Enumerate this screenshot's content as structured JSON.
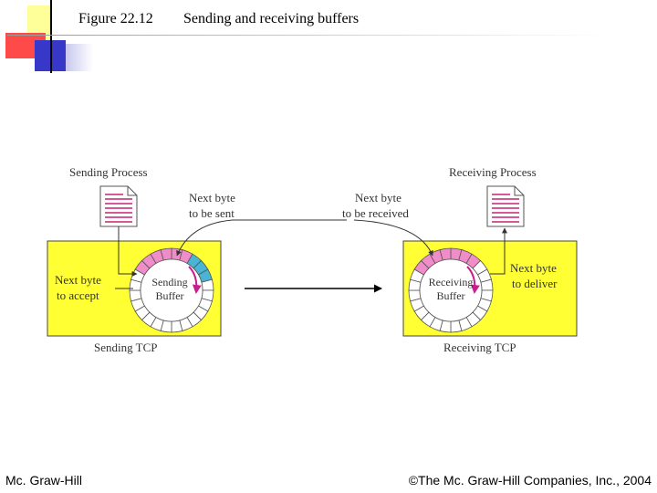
{
  "slide": {
    "figure_label": "Figure 22.12",
    "title": "Sending and receiving buffers",
    "footer_left": "Mc. Graw-Hill",
    "footer_right": "©The Mc. Graw-Hill Companies, Inc., 2004"
  },
  "diagram": {
    "sending_process": "Sending Process",
    "receiving_process": "Receiving Process",
    "next_byte_sent_1": "Next byte",
    "next_byte_sent_2": "to be sent",
    "next_byte_received_1": "Next byte",
    "next_byte_received_2": "to be received",
    "next_byte_accept_1": "Next byte",
    "next_byte_accept_2": "to accept",
    "next_byte_deliver_1": "Next byte",
    "next_byte_deliver_2": "to deliver",
    "sending_buffer_1": "Sending",
    "sending_buffer_2": "Buffer",
    "receiving_buffer_1": "Receiving",
    "receiving_buffer_2": "Buffer",
    "sending_tcp": "Sending TCP",
    "receiving_tcp": "Receiving TCP"
  },
  "colors": {
    "tcp_box": "#ffff33",
    "filled_slot": "#f08cc8",
    "sent_slot": "#4ab4d4",
    "empty_slot": "#ffffff",
    "doc_lines": "#d25a96",
    "pointer_arrow": "#c81e8c",
    "deco_yellow": "#ffff99",
    "deco_red": "#ff3333",
    "deco_blue": "#3333cc"
  }
}
